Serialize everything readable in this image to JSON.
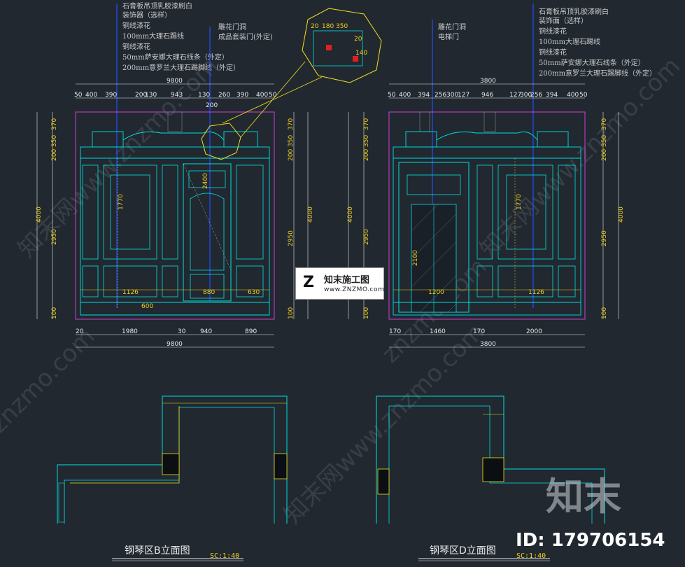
{
  "watermark": {
    "text": "znzmo.com",
    "cn": "知末网www.znzmo.com",
    "corner_logo": "知末",
    "id_label": "ID: 179706154"
  },
  "logo_box": {
    "mark": "Z",
    "name": "知末施工图",
    "url": "www.ZNZMO.com"
  },
  "left_elevation": {
    "title": "钢琴区B立面图",
    "scale": "SC:1:40",
    "annotations_left": [
      "石膏板吊顶乳胶漆刷白",
      "装饰器（选样）",
      "铜线漆花",
      "100mm大理石踢线",
      "铜线漆花",
      "50mm萨安娜大理石线条（外定）",
      "200mm意罗兰大理石踢脚线（外定）"
    ],
    "annotations_mid": [
      "雕花门洞",
      "成品套装门(外定)"
    ],
    "top_dims": [
      "50",
      "400",
      "390",
      "200",
      "130",
      "943",
      "130",
      "260",
      "390",
      "400",
      "50"
    ],
    "top_total": "9800",
    "door_dim": "200",
    "bottom_dims": [
      "20",
      "1980",
      "30",
      "940",
      "890"
    ],
    "bottom_total": "9800",
    "left_heights": [
      "370",
      "350",
      "200",
      "4000",
      "2950",
      "100"
    ],
    "right_heights": [
      "370",
      "350",
      "200",
      "2950",
      "100",
      "4000"
    ],
    "inner_labels": [
      "1770",
      "2400",
      "1126",
      "630",
      "880",
      "600"
    ]
  },
  "right_elevation": {
    "title": "钢琴区D立面图",
    "scale": "SC:1:40",
    "annotations_left": [
      "雕花门洞",
      "电梯门"
    ],
    "annotations_right": [
      "石膏板吊顶乳胶漆刷白",
      "装饰面（选样）",
      "铜线漆花",
      "100mm大理石踢线",
      "铜线漆花",
      "50mm萨安娜大理石线条（外定）",
      "200mm意罗兰大理石踢脚线（外定）"
    ],
    "top_dims": [
      "50",
      "400",
      "394",
      "256",
      "300",
      "127",
      "946",
      "127",
      "300",
      "256",
      "394",
      "400",
      "50"
    ],
    "top_total": "3800",
    "bottom_dims": [
      "170",
      "1460",
      "170",
      "2000"
    ],
    "bottom_total": "3800",
    "left_heights": [
      "370",
      "350",
      "200",
      "4000",
      "2950",
      "100"
    ],
    "right_heights": [
      "370",
      "350",
      "200",
      "2950",
      "100",
      "4000"
    ],
    "inner_labels": [
      "2100",
      "1200",
      "1126",
      "1770"
    ]
  },
  "detail_callout": {
    "dims": [
      "20",
      "180",
      "350",
      "20",
      "140"
    ]
  }
}
